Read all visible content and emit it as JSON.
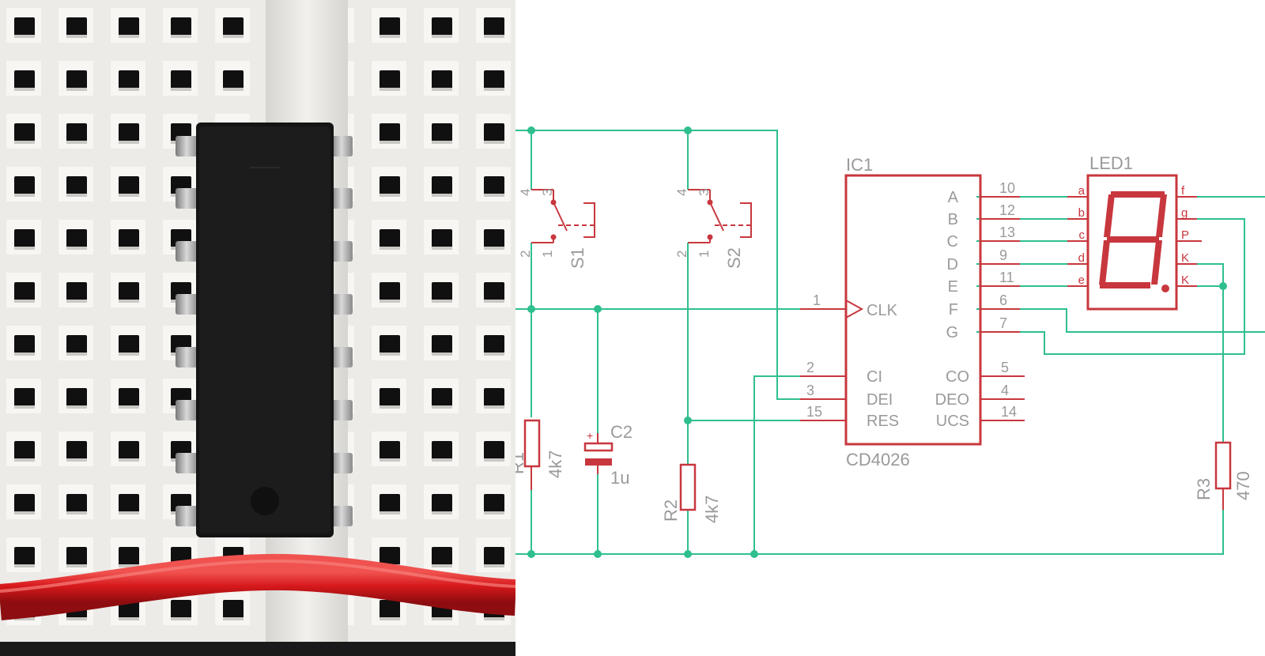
{
  "photo": {
    "subject": "breadboard-with-16-pin-dip-ic",
    "wire_color": "#d4161b"
  },
  "colors": {
    "net": "#2fbf8f",
    "part": "#c8373e",
    "label": "#9a9a9a"
  },
  "schematic": {
    "ic1": {
      "name": "IC1",
      "value": "CD4026",
      "right_pins": [
        {
          "label": "A",
          "num": "10"
        },
        {
          "label": "B",
          "num": "12"
        },
        {
          "label": "C",
          "num": "13"
        },
        {
          "label": "D",
          "num": "9"
        },
        {
          "label": "E",
          "num": "11"
        },
        {
          "label": "F",
          "num": "6"
        },
        {
          "label": "G",
          "num": "7"
        }
      ],
      "clk": {
        "label": "CLK",
        "num": "1"
      },
      "left_pins": [
        {
          "label": "CI",
          "num": "2"
        },
        {
          "label": "DEI",
          "num": "3"
        },
        {
          "label": "RES",
          "num": "15"
        }
      ],
      "out_pins": [
        {
          "label": "CO",
          "num": "5"
        },
        {
          "label": "DEO",
          "num": "4"
        },
        {
          "label": "UCS",
          "num": "14"
        }
      ]
    },
    "led1": {
      "name": "LED1",
      "left_pins": [
        "a",
        "b",
        "c",
        "d",
        "e"
      ],
      "right_pins": [
        "f",
        "g",
        "P",
        "K",
        "K"
      ]
    },
    "s1": {
      "name": "S1",
      "pins": [
        "4",
        "3",
        "2",
        "1"
      ]
    },
    "s2": {
      "name": "S2",
      "pins": [
        "4",
        "3",
        "2",
        "1"
      ]
    },
    "r1": {
      "name": "R1",
      "value": "4k7"
    },
    "r2": {
      "name": "R2",
      "value": "4k7"
    },
    "r3": {
      "name": "R3",
      "value": "470"
    },
    "c2": {
      "name": "C2",
      "value": "1u",
      "polarity": "+"
    }
  }
}
